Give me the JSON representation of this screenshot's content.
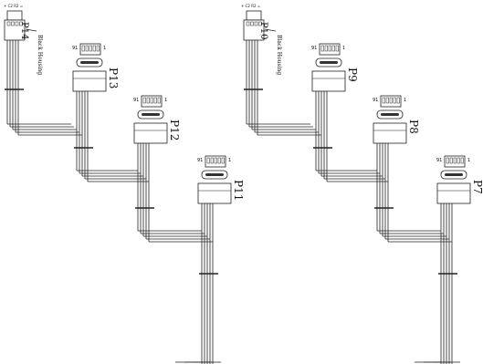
{
  "harness_left": {
    "main_connector": "P14",
    "main_note": "Black Housing",
    "ports": [
      {
        "label": "P13",
        "pin_first": "91",
        "pin_last": "1"
      },
      {
        "label": "P12",
        "pin_first": "91",
        "pin_last": "1"
      },
      {
        "label": "P11",
        "pin_first": "91",
        "pin_last": "1"
      }
    ]
  },
  "harness_right": {
    "main_connector": "P10",
    "main_note": "Black Housing",
    "ports": [
      {
        "label": "P9",
        "pin_first": "91",
        "pin_last": "1"
      },
      {
        "label": "P8",
        "pin_first": "91",
        "pin_last": "1"
      },
      {
        "label": "P7",
        "pin_first": "91",
        "pin_last": "1"
      }
    ]
  },
  "top_marks": [
    "+ C2 R2 =",
    "+ C2 R2 ="
  ]
}
